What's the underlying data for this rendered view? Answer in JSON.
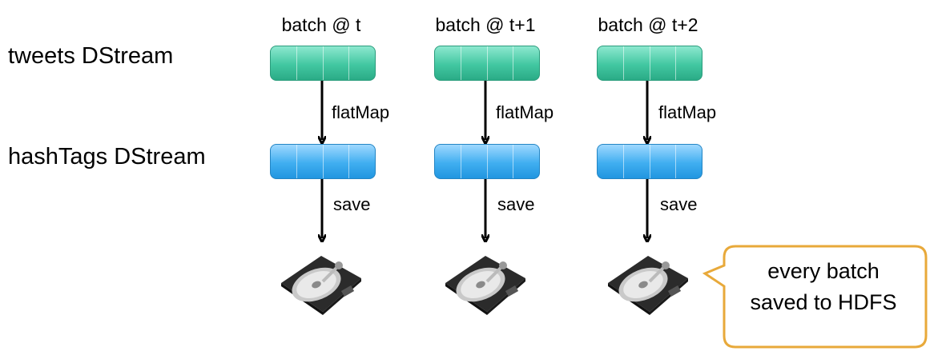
{
  "rows": {
    "tweets_label": "tweets DStream",
    "hashtags_label": "hashTags DStream"
  },
  "batches": [
    {
      "label": "batch @ t",
      "op1": "flatMap",
      "op2": "save"
    },
    {
      "label": "batch @ t+1",
      "op1": "flatMap",
      "op2": "save"
    },
    {
      "label": "batch @ t+2",
      "op1": "flatMap",
      "op2": "save"
    }
  ],
  "callout": {
    "text": "every batch\nsaved to HDFS"
  },
  "colors": {
    "tweets_rdd": "#42c7a1",
    "hashtags_rdd": "#40aef0",
    "callout_border": "#e8a93a",
    "arrow": "#000000"
  },
  "icons": [
    "hard-disk-icon"
  ]
}
